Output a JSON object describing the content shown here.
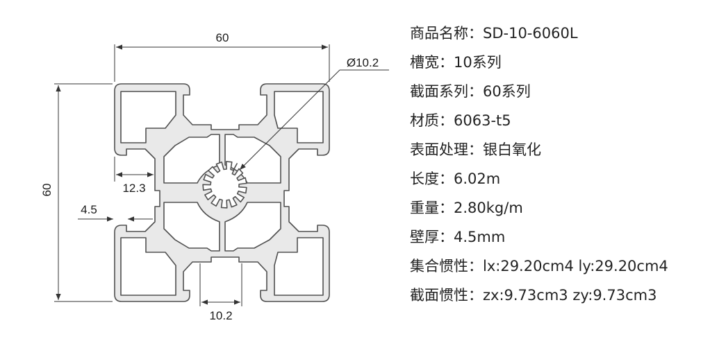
{
  "drawing": {
    "dim_top_width": "60",
    "dim_left_height": "60",
    "dim_bore": "Ø10.2",
    "dim_slot_depth": "12.3",
    "dim_wall": "4.5",
    "dim_slot_width": "10.2",
    "colors": {
      "profile_fill": "#e9e9e9",
      "outline": "#505050",
      "dim_line": "#333333"
    }
  },
  "specs": [
    {
      "label": "商品名称",
      "separator": "：",
      "value": "SD-10-6060L"
    },
    {
      "label": "槽宽",
      "separator": "：",
      "value": "10系列"
    },
    {
      "label": "截面系列",
      "separator": "：",
      "value": "60系列"
    },
    {
      "label": "材质",
      "separator": "：",
      "value": "6063-t5"
    },
    {
      "label": "表面处理",
      "separator": "：",
      "value": "银白氧化"
    },
    {
      "label": "长度",
      "separator": "：",
      "value": "6.02m"
    },
    {
      "label": "重量",
      "separator": "：",
      "value": "2.80kg/m"
    },
    {
      "label": "壁厚",
      "separator": "：",
      "value": "4.5mm"
    },
    {
      "label": "集合惯性",
      "separator": "：",
      "value": "lx:29.20cm4 ly:29.20cm4"
    },
    {
      "label": "截面惯性",
      "separator": "：",
      "value": "zx:9.73cm3 zy:9.73cm3"
    }
  ]
}
